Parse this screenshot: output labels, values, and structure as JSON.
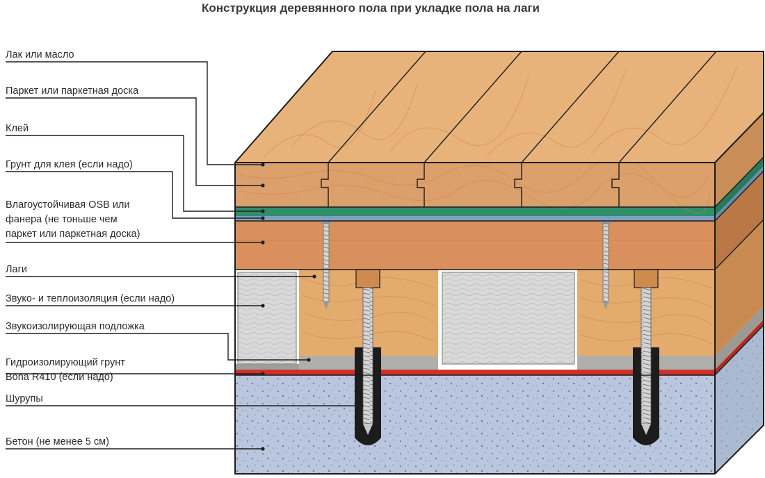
{
  "title": "Конструкция деревянного пола при укладке пола на лаги",
  "labels": [
    {
      "id": "lacquer",
      "lines": [
        "Лак или масло"
      ]
    },
    {
      "id": "parquet",
      "lines": [
        "Паркет или паркетная доска"
      ]
    },
    {
      "id": "glue",
      "lines": [
        "Клей"
      ]
    },
    {
      "id": "primer",
      "lines": [
        "Грунт для клея (если надо)"
      ]
    },
    {
      "id": "osb",
      "lines": [
        "Влагоустойчивая OSB или",
        "фанера (не тоньше чем",
        "паркет или паркетная доска)"
      ]
    },
    {
      "id": "joists",
      "lines": [
        "Лаги"
      ]
    },
    {
      "id": "insulation",
      "lines": [
        "Звуко- и теплоизоляция (если надо)"
      ]
    },
    {
      "id": "underlay",
      "lines": [
        "Звукоизолирующая подложка"
      ]
    },
    {
      "id": "waterproof",
      "lines": [
        "Гидроизолирующий грунт",
        "Bona R410 (если надо)"
      ]
    },
    {
      "id": "screws",
      "lines": [
        "Шурупы"
      ]
    },
    {
      "id": "concrete",
      "lines": [
        "Бетон (не менее 5 см)"
      ]
    }
  ],
  "colors": {
    "wood_top": "#e8b37a",
    "wood_front": "#dba06b",
    "osb": "#d9905c",
    "glue_green": "#2f8f6a",
    "primer_blue": "#7f9fc0",
    "insulation": "#d8d8d8",
    "underlay_gray": "#b0aeab",
    "waterproof_red": "#d0302a",
    "concrete": "#b9c6dd",
    "concrete_side": "#9aa9c2",
    "screw_socket": "#1c1c1c",
    "line": "#1e1e1e"
  }
}
